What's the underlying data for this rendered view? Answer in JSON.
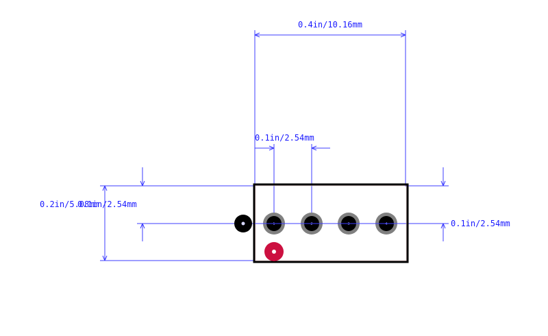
{
  "footprint": {
    "dimensions": {
      "total_width": "0.4in/10.16mm",
      "pin_pitch": "0.1in/2.54mm",
      "body_height": "0.2in/5.08mm",
      "left_offset": "0.1in/2.54mm",
      "right_offset": "0.1in/2.54mm"
    },
    "pins": [
      {
        "label": "1"
      },
      {
        "label": "2"
      },
      {
        "label": "3"
      },
      {
        "label": "4"
      }
    ],
    "colors": {
      "dimension": "#3c3cff",
      "outline": "#000000",
      "pad_ring": "#808080",
      "pad_hole": "#000000",
      "pin1_marker": "#cc1040",
      "reference_hole": "#000000"
    }
  }
}
